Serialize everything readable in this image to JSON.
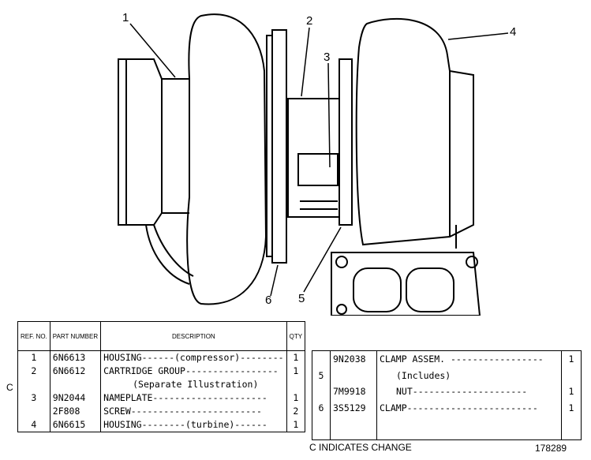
{
  "callouts": {
    "c1": "1",
    "c2": "2",
    "c3": "3",
    "c4": "4",
    "c5": "5",
    "c6": "6"
  },
  "table1": {
    "headers": {
      "ref": "REF. NO.",
      "part": "PART NUMBER",
      "desc": "DESCRIPTION",
      "qty": "QTY"
    },
    "rows": [
      {
        "ref": "1",
        "part": "6N6613",
        "desc": "HOUSING------(compressor)--------",
        "qty": "1"
      },
      {
        "ref": "2",
        "part": "6N6612",
        "desc": "CARTRIDGE GROUP-----------------",
        "qty": "1"
      },
      {
        "ref": "",
        "part": "",
        "desc": "(Separate Illustration)",
        "qty": ""
      },
      {
        "ref": "3",
        "part": "9N2044",
        "desc": "NAMEPLATE---------------------",
        "qty": "1"
      },
      {
        "ref": "",
        "part": "2F808",
        "desc": "SCREW------------------------",
        "qty": "2"
      },
      {
        "ref": "4",
        "part": "6N6615",
        "desc": "HOUSING--------(turbine)------",
        "qty": "1"
      }
    ]
  },
  "table2": {
    "rows": [
      {
        "ref": "",
        "part": "9N2038",
        "desc": "CLAMP ASSEM. -----------------",
        "qty": "1"
      },
      {
        "ref": "5",
        "part": "",
        "desc": "(Includes)",
        "qty": ""
      },
      {
        "ref": "",
        "part": "7M9918",
        "desc": "NUT---------------------",
        "qty": "1"
      },
      {
        "ref": "6",
        "part": "3S5129",
        "desc": "CLAMP------------------------",
        "qty": "1"
      }
    ]
  },
  "change_mark": "C",
  "footer_note": "C INDICATES CHANGE",
  "figure_number": "178289"
}
